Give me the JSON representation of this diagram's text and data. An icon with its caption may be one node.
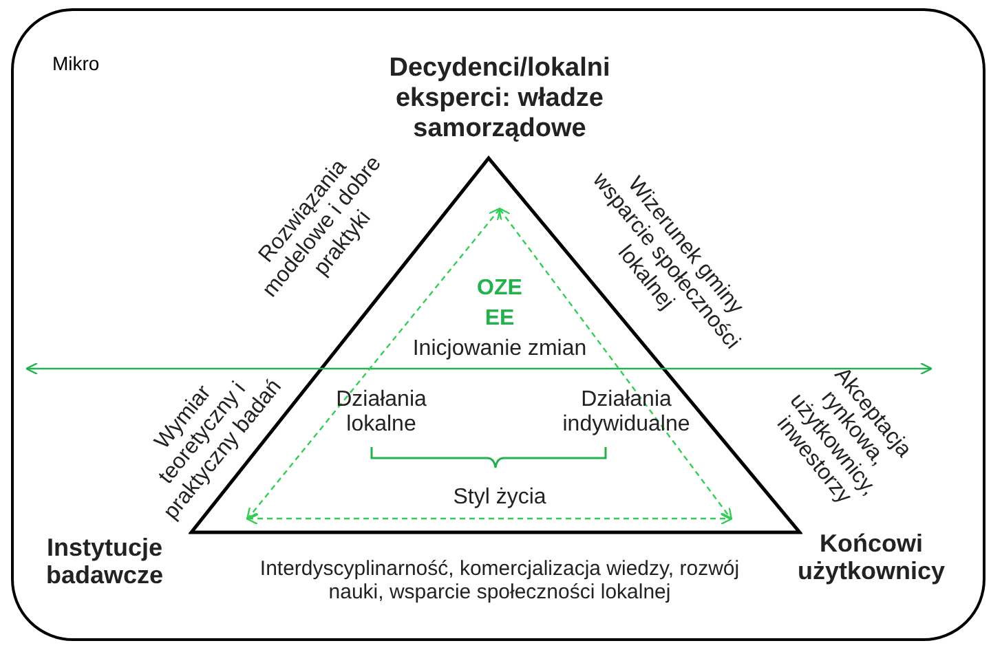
{
  "diagram": {
    "nodes": [
      {
        "text": [
          "Mikro"
        ]
      },
      {
        "text": [],
        "shape": "triangle",
        "in": 0
      }
    ],
    "edges": [],
    "labels": [
      "Decydenci/lokalni eksperci: władze samorządowe",
      "Rozwiązania modelowe i dobre praktyki",
      "Wizerunek gminy wsparcie społeczności lokalnej",
      "OZE",
      "EE",
      "Inicjowanie zmian",
      "Wymiar teoretyczny i praktyczny badań",
      "Akceptacja rynkowa, użytkownicy, inwestorzy",
      "Działania lokalne",
      "Działania indywidualne",
      "Styl życia",
      "Instytucje badawcze",
      "Końcowi użytkownicy",
      "Interdyscyplinarność, komercjalizacja wiedzy, rozwój nauki, wsparcie społeczności lokalnej"
    ]
  }
}
